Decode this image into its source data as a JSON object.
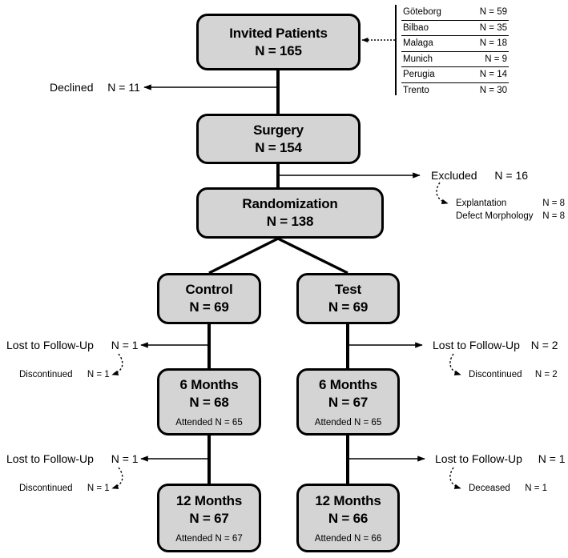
{
  "nodes": {
    "invited": {
      "title": "Invited Patients",
      "n": "N = 165"
    },
    "surgery": {
      "title": "Surgery",
      "n": "N = 154"
    },
    "random": {
      "title": "Randomization",
      "n": "N = 138"
    },
    "control": {
      "title": "Control",
      "n": "N = 69"
    },
    "test": {
      "title": "Test",
      "n": "N = 69"
    },
    "control6": {
      "title": "6 Months",
      "n": "N = 68",
      "sub": "Attended  N = 65"
    },
    "test6": {
      "title": "6 Months",
      "n": "N = 67",
      "sub": "Attended  N = 65"
    },
    "control12": {
      "title": "12 Months",
      "n": "N = 67",
      "sub": "Attended  N = 67"
    },
    "test12": {
      "title": "12 Months",
      "n": "N = 66",
      "sub": "Attended  N = 66"
    }
  },
  "site_table": {
    "rows": [
      {
        "name": "Göteborg",
        "value": "N = 59"
      },
      {
        "name": "Bilbao",
        "value": "N = 35"
      },
      {
        "name": "Malaga",
        "value": "N = 18"
      },
      {
        "name": "Munich",
        "value": "N = 9"
      },
      {
        "name": "Perugia",
        "value": "N = 14"
      },
      {
        "name": "Trento",
        "value": "N = 30"
      }
    ]
  },
  "annotations": {
    "declined": {
      "label": "Declined",
      "value": "N =  11"
    },
    "excluded": {
      "label": "Excluded",
      "value": "N =  16"
    },
    "excluded_reason_1": {
      "label": "Explantation",
      "value": "N = 8"
    },
    "excluded_reason_2": {
      "label": "Defect Morphology",
      "value": "N = 8"
    },
    "left6_lost": {
      "label": "Lost to Follow-Up",
      "value": "N = 1"
    },
    "left6_reason": {
      "label": "Discontinued",
      "value": "N = 1"
    },
    "right6_lost": {
      "label": "Lost to Follow-Up",
      "value": "N = 2"
    },
    "right6_reason": {
      "label": "Discontinued",
      "value": "N = 2"
    },
    "left12_lost": {
      "label": "Lost to Follow-Up",
      "value": "N = 1"
    },
    "left12_reason": {
      "label": "Discontinued",
      "value": "N = 1"
    },
    "right12_lost": {
      "label": "Lost to Follow-Up",
      "value": "N = 1"
    },
    "right12_reason": {
      "label": "Deceased",
      "value": "N = 1"
    }
  },
  "colors": {
    "node_fill": "#d4d4d4",
    "stroke": "#000000",
    "background": "#ffffff"
  }
}
